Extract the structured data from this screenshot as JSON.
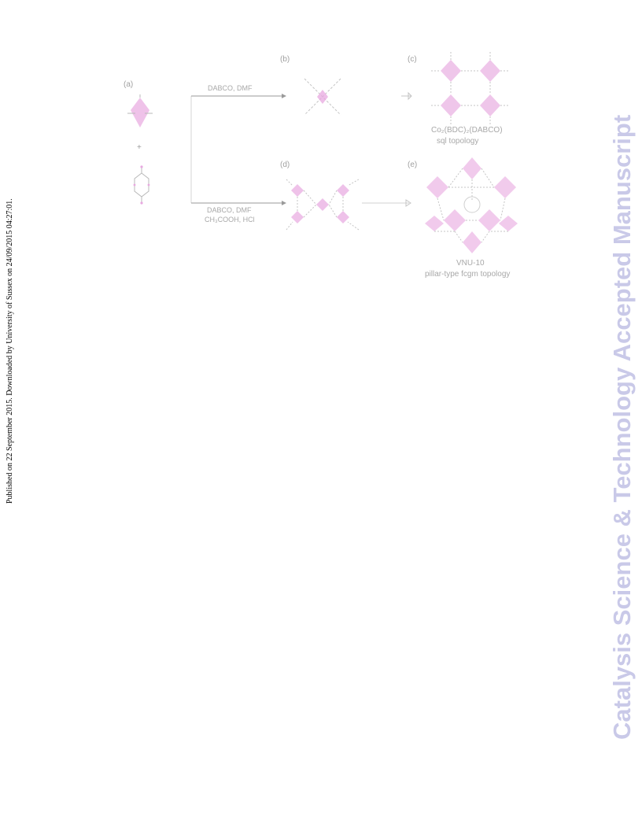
{
  "sidebar": {
    "published_note": "Published on 22 September 2015. Downloaded by University of Sussex on 24/09/2015 04:27:01."
  },
  "watermark": {
    "text": "Catalysis Science & Technology Accepted Manuscript"
  },
  "figure": {
    "panel_labels": {
      "a": "(a)",
      "b": "(b)",
      "c": "(c)",
      "d": "(d)",
      "e": "(e)"
    },
    "conditions": {
      "top": "DABCO, DMF",
      "bottom_line1": "DABCO, DMF",
      "bottom_line2": "CH₃COOH, HCl"
    },
    "plus_sign": "+",
    "captions": {
      "c_line1": "Co₂(BDC)₂(DABCO)",
      "c_line2": "sql topology",
      "e_line1": "VNU-10",
      "e_line2": "pillar-type fcgm topology"
    },
    "colors": {
      "metal_pink": "#e8a8e0",
      "line_grey": "#b8b8b8",
      "watermark": "#c9c9e8"
    }
  }
}
